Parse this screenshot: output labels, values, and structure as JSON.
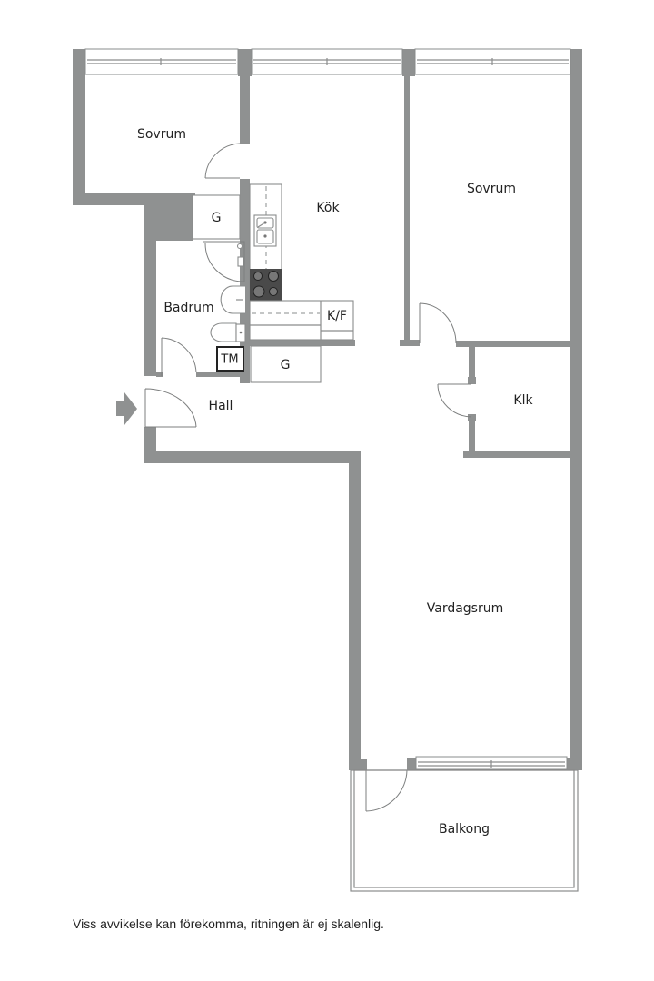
{
  "rooms": {
    "sovrum_1": "Sovrum",
    "kok": "Kök",
    "sovrum_2": "Sovrum",
    "garderob_1": "G",
    "badrum": "Badrum",
    "kf": "K/F",
    "tm": "TM",
    "garderob_2": "G",
    "hall": "Hall",
    "klk": "Klk",
    "vardagsrum": "Vardagsrum",
    "balkong": "Balkong"
  },
  "icons": {
    "entrance": "entrance-arrow-icon",
    "sink": "kitchen-sink-icon",
    "stove": "stove-icon",
    "shower": "shower-icon",
    "washbasin": "washbasin-icon",
    "toilet": "toilet-icon"
  },
  "colors": {
    "wall": "#8f9191",
    "line": "#8a8c8c",
    "stove": "#4a4a4a",
    "text": "#222222"
  },
  "footer": {
    "disclaimer": "Viss avvikelse kan förekomma, ritningen är ej skalenlig."
  }
}
